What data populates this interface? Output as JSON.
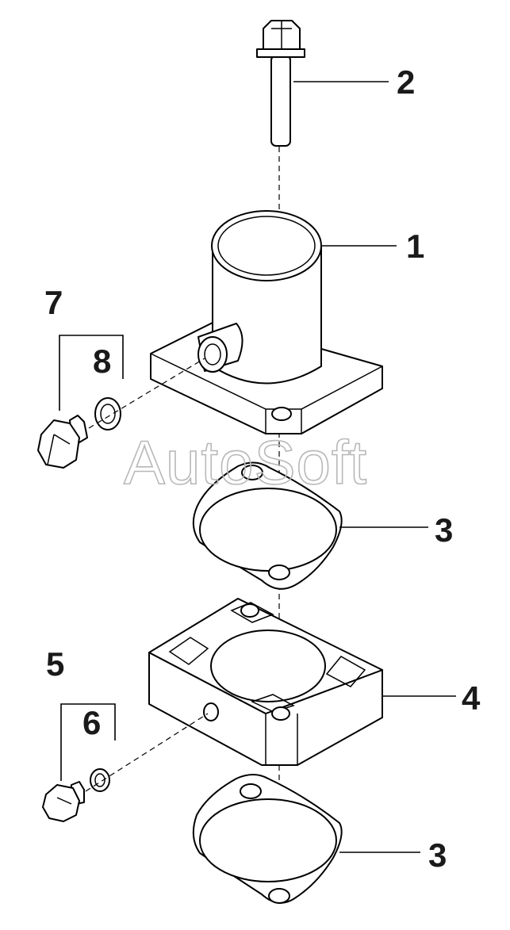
{
  "watermark": "AutoSoft",
  "callouts": {
    "c1": "1",
    "c2": "2",
    "c3a": "3",
    "c3b": "3",
    "c4": "4",
    "c5": "5",
    "c6": "6",
    "c7": "7",
    "c8": "8"
  },
  "colors": {
    "line": "#000000",
    "background": "#ffffff",
    "watermark": "#b8b8b8"
  }
}
